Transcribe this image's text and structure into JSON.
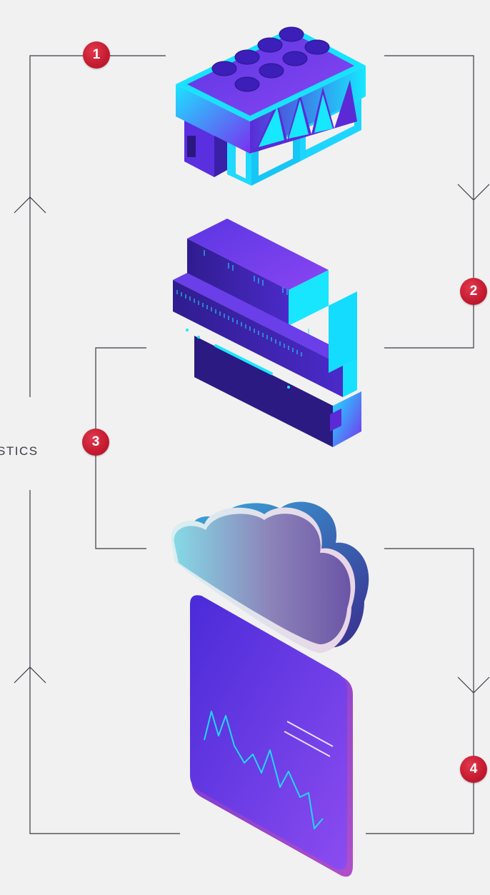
{
  "diagram": {
    "side_label": "STICS",
    "steps": [
      {
        "number": "1"
      },
      {
        "number": "2"
      },
      {
        "number": "3"
      },
      {
        "number": "4"
      }
    ],
    "nodes": [
      {
        "icon": "sensor-module-icon"
      },
      {
        "icon": "server-rack-icon"
      },
      {
        "icon": "cloud-icon"
      },
      {
        "icon": "dashboard-chart-icon"
      }
    ],
    "colors": {
      "background": "#f1f1f2",
      "connector_line": "#3a3a44",
      "badge": "#c41a2f",
      "cyan": "#12e6ff",
      "purple": "#6a35e0",
      "deep_purple": "#3b1f9e"
    }
  }
}
